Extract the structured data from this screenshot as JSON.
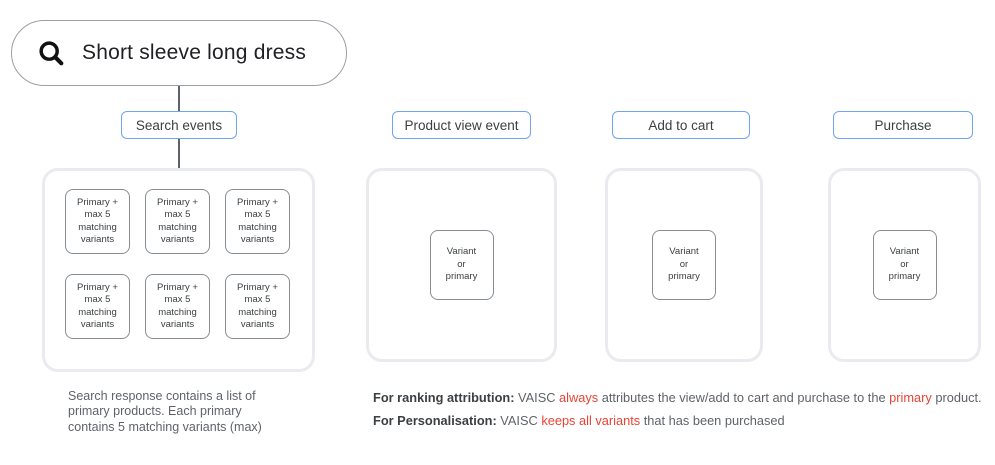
{
  "search_bar": {
    "query": "Short sleeve long dress"
  },
  "columns": [
    {
      "label": "Search events",
      "boxes": [
        "Primary +\nmax 5\nmatching\nvariants",
        "Primary +\nmax 5\nmatching\nvariants",
        "Primary +\nmax 5\nmatching\nvariants",
        "Primary +\nmax 5\nmatching\nvariants",
        "Primary +\nmax 5\nmatching\nvariants",
        "Primary +\nmax 5\nmatching\nvariants"
      ]
    },
    {
      "label": "Product view event",
      "boxes": [
        "Variant\nor\nprimary"
      ]
    },
    {
      "label": "Add to cart",
      "boxes": [
        "Variant\nor\nprimary"
      ]
    },
    {
      "label": "Purchase",
      "boxes": [
        "Variant\nor\nprimary"
      ]
    }
  ],
  "annotations": {
    "search_note": "Search response contains a list of\nprimary products. Each primary\ncontains 5 matching variants (max)",
    "ranking": {
      "segments": [
        {
          "style": "bold",
          "text": "For ranking attribution: "
        },
        {
          "style": "normal",
          "text": "VAISC "
        },
        {
          "style": "red",
          "text": "always"
        },
        {
          "style": "normal",
          "text": " attributes the view/add to cart and purchase to the "
        },
        {
          "style": "red",
          "text": "primary"
        },
        {
          "style": "normal",
          "text": " product."
        }
      ]
    },
    "personalisation": {
      "segments": [
        {
          "style": "bold",
          "text": "For Personalisation: "
        },
        {
          "style": "normal",
          "text": "VAISC "
        },
        {
          "style": "red",
          "text": "keeps all variants"
        },
        {
          "style": "normal",
          "text": " that has been purchased"
        }
      ]
    }
  },
  "colors": {
    "accent_blue": "#6fa3f7",
    "alert_red": "#ea4335",
    "container_border": "#e9ebee",
    "box_border": "#878d93",
    "text_dark": "#3c4043",
    "text_gray": "#5f6368"
  }
}
